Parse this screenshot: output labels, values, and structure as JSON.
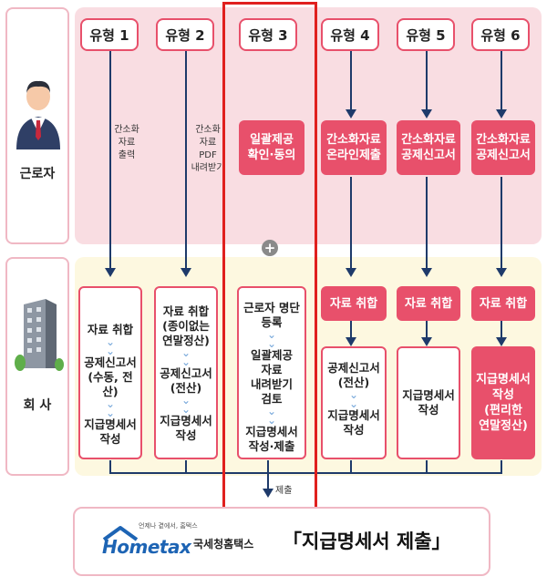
{
  "roles": {
    "worker": "근로자",
    "company": "회 사"
  },
  "types": [
    "유형 1",
    "유형 2",
    "유형 3",
    "유형 4",
    "유형 5",
    "유형 6"
  ],
  "worker_notes": {
    "t1": "간소화\n자료\n출력",
    "t2": "간소화\n자료\nPDF\n내려받기"
  },
  "worker_boxes": {
    "t3": "일괄제공\n확인·동의",
    "t4": "간소화자료\n온라인제출",
    "t5": "간소화자료\n공제신고서",
    "t6": "간소화자료\n공제신고서"
  },
  "company_steps": {
    "t1": [
      "자료 취합",
      "공제신고서\n(수동, 전산)",
      "지급명세서\n작성"
    ],
    "t2": [
      "자료 취합\n(종이없는\n연말정산)",
      "공제신고서\n(전산)",
      "지급명세서\n작성"
    ],
    "t3": [
      "근로자 명단\n등록",
      "일괄제공\n자료\n내려받기\n검토",
      "지급명세서\n작성·제출"
    ],
    "t4": [
      "자료 취합",
      "공제신고서\n(전산)",
      "지급명세서\n작성"
    ],
    "t5": [
      "자료 취합",
      "지급명세서\n작성"
    ],
    "t6": [
      "자료 취합",
      "지급명세서\n작성\n(편리한\n연말정산)"
    ]
  },
  "plus_symbol": "+",
  "submit_label": "제출",
  "logo": {
    "brand": "Hometax",
    "tagline": "언제나 곁에서, 홈택스",
    "org": "국세청홈택스"
  },
  "final_title": "「지급명세서 제출」",
  "colors": {
    "accent": "#e8506b",
    "worker_lane": "#f9dde2",
    "company_lane": "#fdf8e0",
    "arrow": "#1e3a6a",
    "highlight": "#e0201e"
  }
}
